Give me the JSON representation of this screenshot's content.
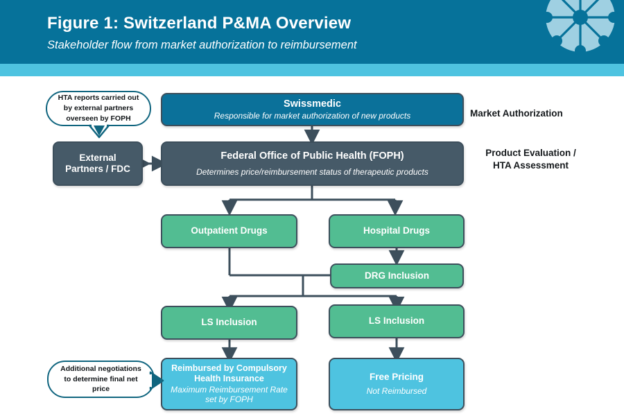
{
  "header": {
    "title": "Figure 1: Switzerland P&MA Overview",
    "subtitle": "Stakeholder flow from market authorization to reimbursement",
    "logo_icon": "flower-network-logo",
    "band_color": "#06729a",
    "accent_color": "#4ec3e0"
  },
  "colors": {
    "teal": "#0b719a",
    "slate": "#465a68",
    "green": "#52bd92",
    "light_blue": "#4ec3e0",
    "outline": "#3d4f5c",
    "callout_border": "#10657f"
  },
  "nodes": {
    "swissmedic": {
      "title": "Swissmedic",
      "subtitle": "Responsible for market authorization of new products"
    },
    "fopd": {
      "title": "Federal Office of Public Health (FOPH)",
      "subtitle": "Determines price/reimbursement status of therapeutic products"
    },
    "external_partners": {
      "title": "External\nPartners / FDC",
      "line1": "External",
      "line2": "Partners / FDC"
    },
    "outpatient_drugs": {
      "title": "Outpatient Drugs"
    },
    "hospital_drugs": {
      "title": "Hospital Drugs"
    },
    "drg_inclusion": {
      "title": "DRG Inclusion"
    },
    "ls_inclusion_left": {
      "title": "LS Inclusion"
    },
    "ls_inclusion_right": {
      "title": "LS Inclusion"
    },
    "reimbursed": {
      "line1": "Reimbursed by Compulsory",
      "line2": "Health Insurance",
      "sub1": "Maximum Reimbursement Rate",
      "sub2": "set by FOPH"
    },
    "free_pricing": {
      "title": "Free Pricing",
      "subtitle": "Not Reimbursed"
    }
  },
  "callouts": {
    "hta": {
      "line1": "HTA reports carried out",
      "line2": "by external partners",
      "line3": "overseen by FOPH"
    },
    "negotiations": {
      "line1": "Additional negotiations",
      "line2": "to determine final net",
      "line3": "price"
    }
  },
  "side_labels": {
    "market_authorization": "Market Authorization",
    "product_evaluation_line1": "Product Evaluation /",
    "product_evaluation_line2": "HTA Assessment"
  }
}
